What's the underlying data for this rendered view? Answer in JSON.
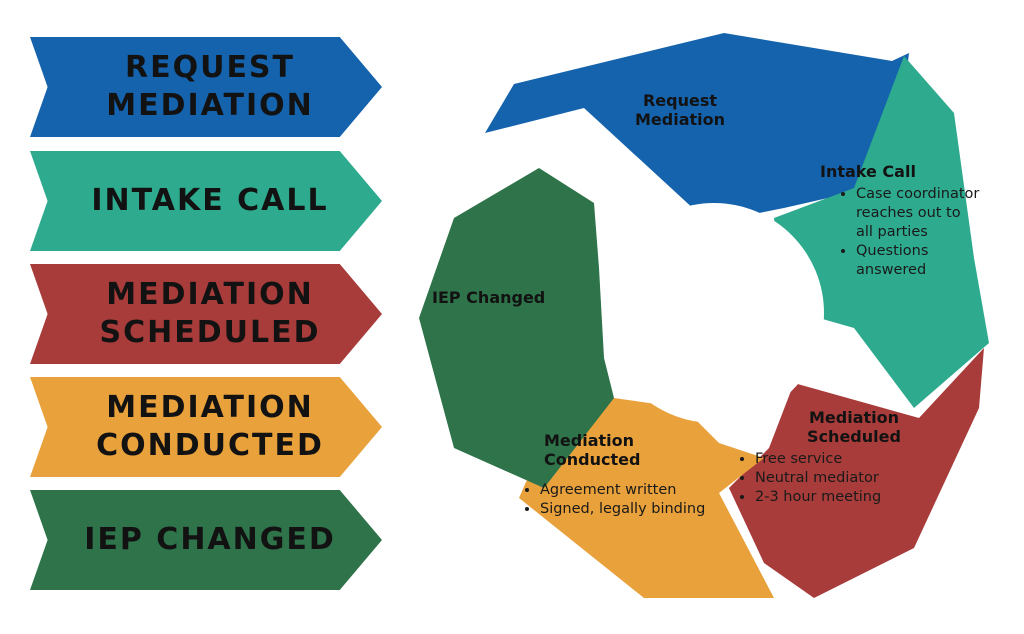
{
  "steps": [
    {
      "lines": [
        "REQUEST",
        "MEDIATION"
      ],
      "color": "#1563AD"
    },
    {
      "lines": [
        "INTAKE CALL"
      ],
      "color": "#2EAA8E"
    },
    {
      "lines": [
        "MEDIATION",
        "SCHEDULED"
      ],
      "color": "#A83C3A"
    },
    {
      "lines": [
        "MEDIATION",
        "CONDUCTED"
      ],
      "color": "#E9A13B"
    },
    {
      "lines": [
        "IEP CHANGED"
      ],
      "color": "#2E7349"
    }
  ],
  "cycle": {
    "request": {
      "title_lines": [
        "Request",
        "Mediation"
      ],
      "color": "#1563AD"
    },
    "intake": {
      "title": "Intake Call",
      "bullets": [
        "Case coordinator reaches out to all parties",
        "Questions answered"
      ],
      "color": "#2EAA8E"
    },
    "scheduled": {
      "title_lines": [
        "Mediation",
        "Scheduled"
      ],
      "bullets": [
        "Free service",
        "Neutral mediator",
        "2-3 hour meeting"
      ],
      "color": "#A83C3A"
    },
    "conducted": {
      "title_lines": [
        "Mediation",
        "Conducted"
      ],
      "bullets": [
        "Agreement written",
        "Signed, legally binding"
      ],
      "color": "#E9A13B"
    },
    "iep": {
      "title": "IEP Changed",
      "color": "#2E7349"
    }
  }
}
